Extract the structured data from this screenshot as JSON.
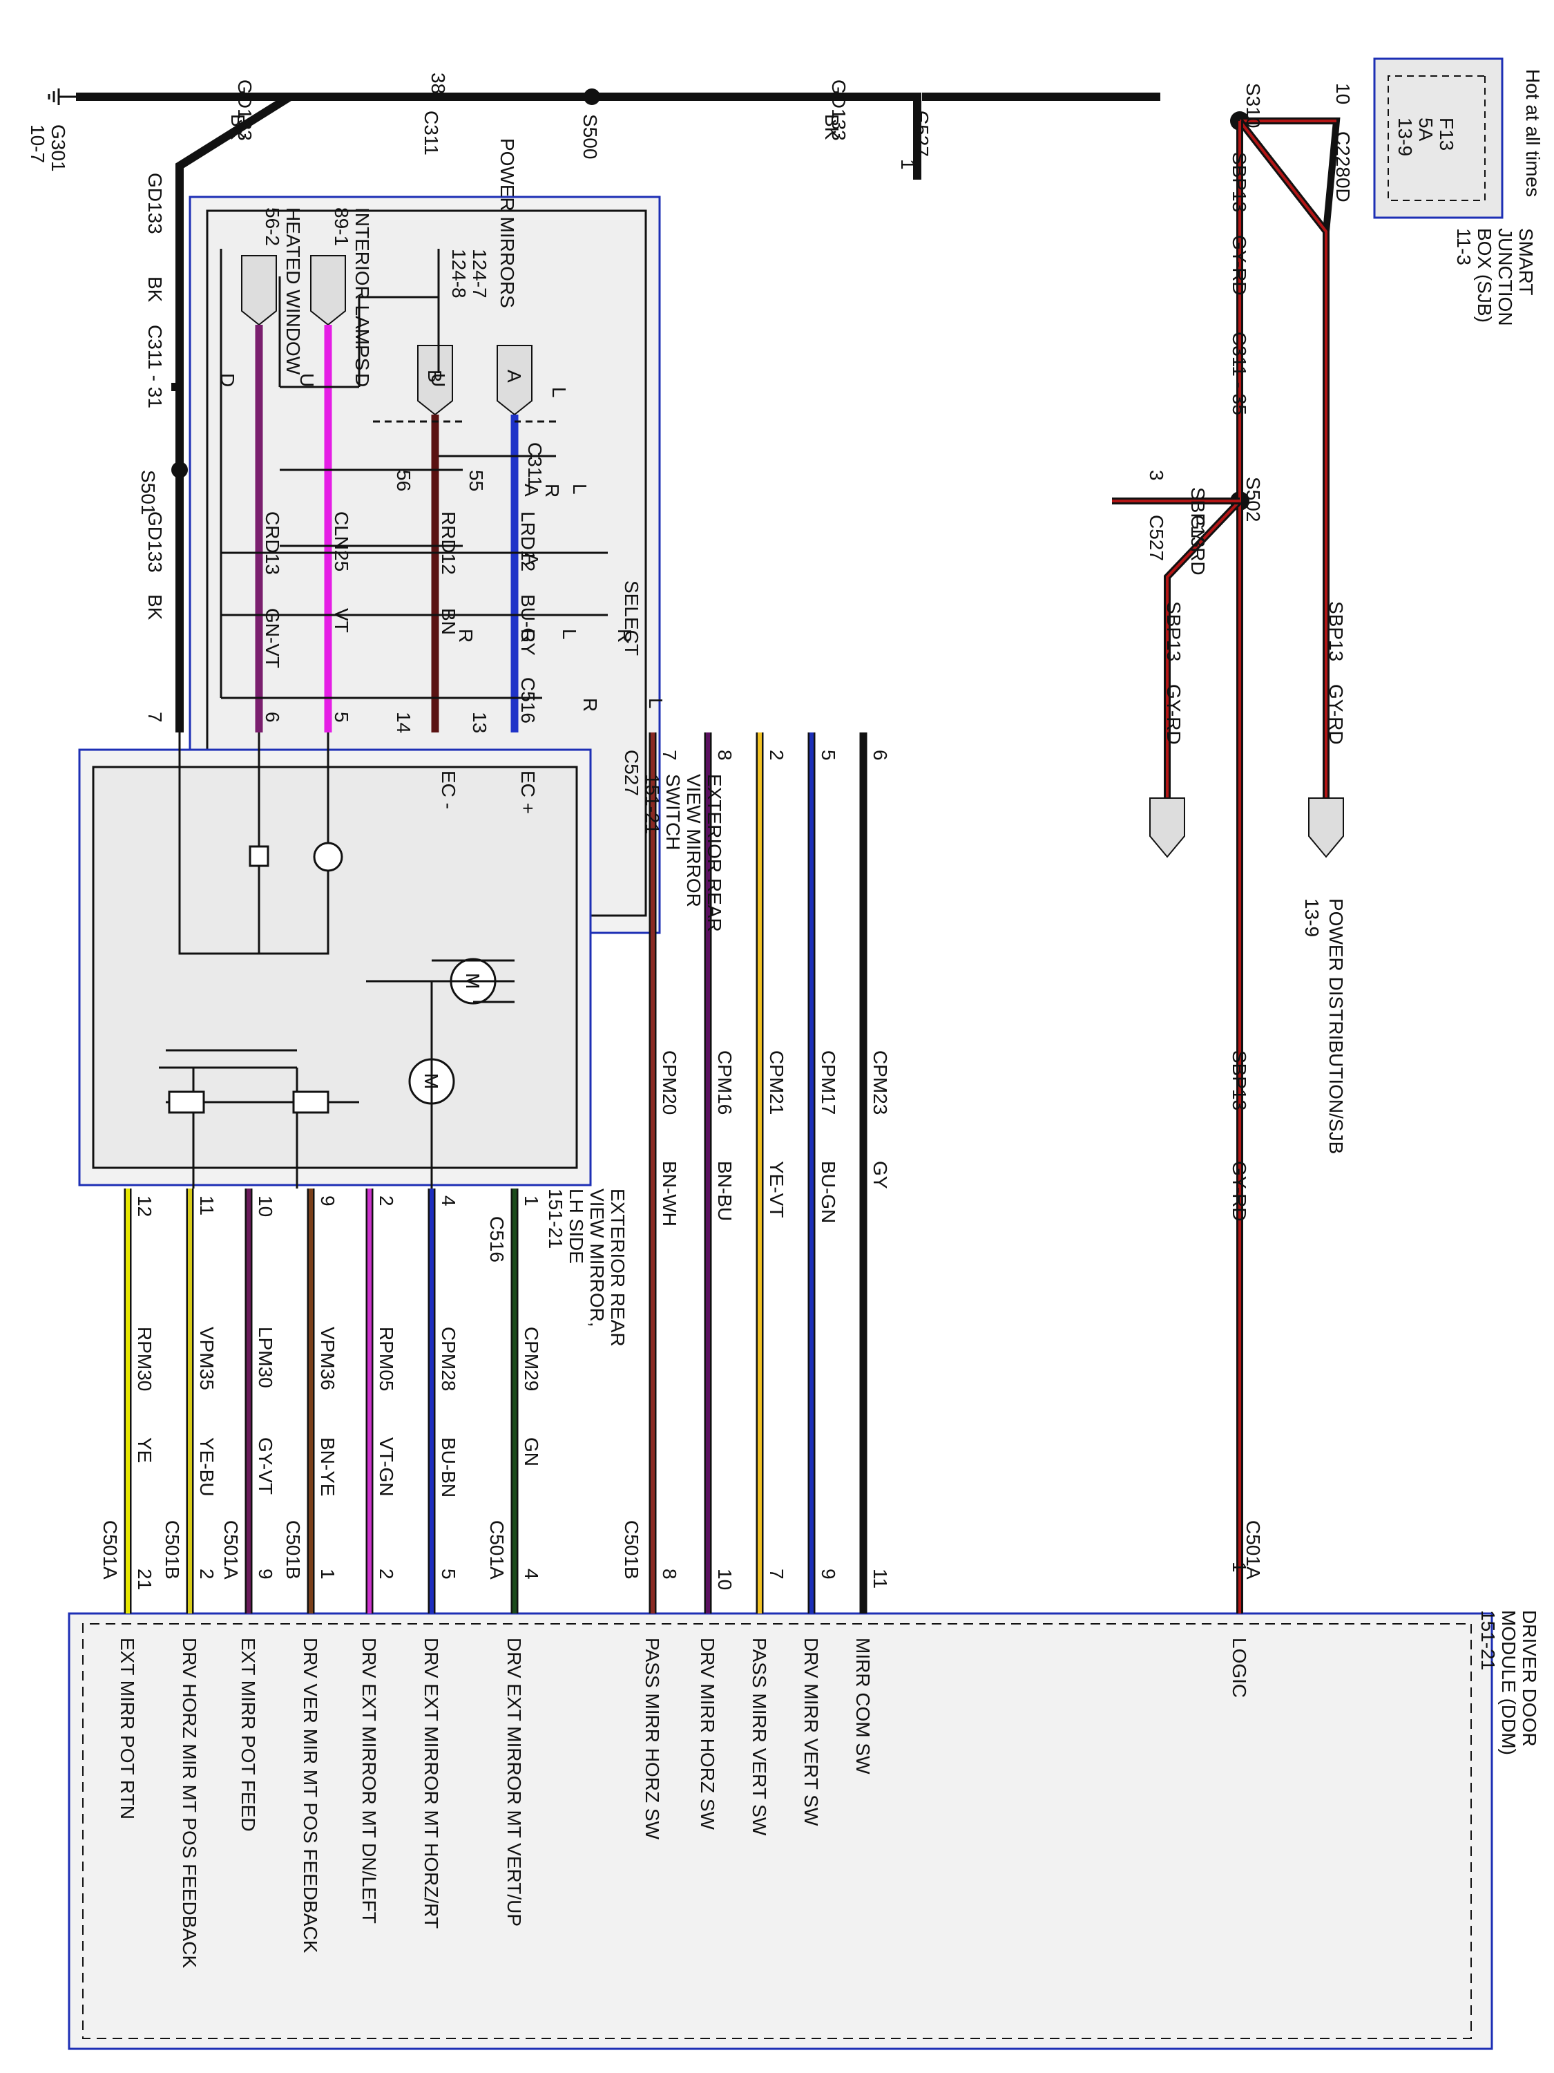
{
  "colors": {
    "BK": "#111111",
    "GN-VT": "#7a1f6e",
    "VT": "#e51ee5",
    "BU-GY": "#1f33c8",
    "BN": "#5a1212",
    "GY-RD": "#b31616",
    "GY": "#111111",
    "BU-GN": "#1c2fb8",
    "YE-VT": "#f2c224",
    "BN-BU": "#5b1060",
    "BN-WH": "#8a2a24",
    "GN": "#1b4a1b",
    "BU-BN": "#1f2fbf",
    "VT-GN": "#cc33cc",
    "BN-YE": "#7a3f1a",
    "GY-VT": "#6a1a5a",
    "YE-BU": "#d8cc1a",
    "YE": "#e6e600",
    "box": "#1d2fb5"
  },
  "hot_label": "Hot at all times",
  "ground": {
    "id": "G301",
    "ref": "10-7"
  },
  "gd133_top_left": {
    "circuit": "GD133",
    "color": "BK"
  },
  "gd133_top_right": {
    "circuit": "GD133",
    "color": "BK"
  },
  "c311_38": {
    "pin": "38",
    "connector": "C311"
  },
  "s500": "S500",
  "c527_top": {
    "connector": "C527",
    "pin": "1"
  },
  "gd133_down": {
    "circuit": "GD133",
    "color": "BK",
    "connector": "C311 - 31",
    "splice": "S501"
  },
  "gd133_lower": {
    "circuit": "GD133",
    "color": "BK",
    "pin": "7"
  },
  "heated_window": {
    "title": "HEATED WINDOW",
    "ref": "56-2",
    "circuit": "CRD13",
    "color": "GN-VT",
    "pin": "6"
  },
  "interior_lamps": {
    "title": "INTERIOR LAMPS",
    "ref": "89-1",
    "circuit": "CLN25",
    "color": "VT",
    "pin": "5"
  },
  "power_mirrors": {
    "title": "POWER MIRRORS",
    "ref1": "124-7",
    "ref2": "124-8",
    "tagA": "A",
    "tagB": "B"
  },
  "c311_55_56": {
    "connector": "C311",
    "pinA": "55",
    "pinB": "56"
  },
  "lrd12": {
    "circuit": "LRD12",
    "color": "BU-GY",
    "pin": "13",
    "connector": "C516"
  },
  "rrd12": {
    "circuit": "RRD12",
    "color": "BN",
    "pin": "14"
  },
  "ec_plus": "EC +",
  "ec_minus": "EC -",
  "sjb": {
    "line1": "SMART",
    "line2": "JUNCTION",
    "line3": "BOX (SJB)",
    "line4": "11-3",
    "fuse": "F13",
    "amps": "5A",
    "ref": "13-9",
    "pin": "10",
    "connector": "C2280D"
  },
  "s310": "S310",
  "sbp13_top": {
    "circuit": "SBP13",
    "color": "GY-RD",
    "connector": "C311 - 35"
  },
  "s502": "S502",
  "sbp13_branch_a": {
    "circuit": "SBP13",
    "color": "GY-RD"
  },
  "sbp13_branch_b": {
    "circuit": "SBP13",
    "color": "GY-RD"
  },
  "sbp13_c527": {
    "circuit": "SBP13",
    "color": "GY-RD",
    "pin": "3",
    "connector": "C527"
  },
  "power_distribution": {
    "title": "POWER DISTRIBUTION/SJB",
    "ref": "13-9"
  },
  "sbp13_long": {
    "circuit": "SBP13",
    "color": "GY-RD",
    "pin": "1",
    "connector": "C501A"
  },
  "switch": {
    "title1": "EXTERIOR REAR",
    "title2": "VIEW MIRROR",
    "title3": "SWITCH",
    "ref": "151-21",
    "select": "SELECT"
  },
  "switch_letters": [
    "D",
    "U",
    "D",
    "U",
    "L",
    "R",
    "L",
    "R",
    "R",
    "L",
    "R",
    "L",
    "R",
    "A",
    "A"
  ],
  "lh_mirror": {
    "title1": "EXTERIOR REAR",
    "title2": "VIEW MIRROR,",
    "title3": "LH SIDE",
    "ref": "151-21",
    "motor": "M"
  },
  "ddm": {
    "title1": "DRIVER DOOR",
    "title2": "MODULE (DDM)",
    "ref": "151-21",
    "logic": "LOGIC"
  },
  "switch_wires": [
    {
      "top_pin": "6",
      "circuit": "CPM23",
      "color": "GY",
      "bot_pin": "11",
      "label": "MIRR COM SW"
    },
    {
      "top_pin": "5",
      "circuit": "CPM17",
      "color": "BU-GN",
      "bot_pin": "9",
      "label": "DRV MIRR VERT SW"
    },
    {
      "top_pin": "2",
      "circuit": "CPM21",
      "color": "YE-VT",
      "bot_pin": "7",
      "label": "PASS MIRR VERT SW"
    },
    {
      "top_pin": "8",
      "circuit": "CPM16",
      "color": "BN-BU",
      "bot_pin": "10",
      "label": "DRV MIRR HORZ SW"
    },
    {
      "top_pin": "7",
      "circuit": "CPM20",
      "color": "BN-WH",
      "bot_pin": "8",
      "label": "PASS MIRR HORZ SW",
      "top_conn": "C527",
      "bot_conn": "C501B"
    }
  ],
  "mirror_wires": [
    {
      "top_pin": "12",
      "circuit": "RPM30",
      "color": "YE",
      "bot_pin": "21",
      "bot_conn": "C501A",
      "label": "EXT MIRR POT RTN"
    },
    {
      "top_pin": "11",
      "circuit": "VPM35",
      "color": "YE-BU",
      "bot_pin": "2",
      "bot_conn": "C501B",
      "label": "DRV HORZ MIR MT POS FEEDBACK"
    },
    {
      "top_pin": "10",
      "circuit": "LPM30",
      "color": "GY-VT",
      "bot_pin": "9",
      "bot_conn": "C501A",
      "label": "EXT MIRR POT FEED"
    },
    {
      "top_pin": "9",
      "circuit": "VPM36",
      "color": "BN-YE",
      "bot_pin": "1",
      "bot_conn": "C501B",
      "label": "DRV VER MIR MT POS FEEDBACK"
    },
    {
      "top_pin": "2",
      "circuit": "RPM05",
      "color": "VT-GN",
      "bot_pin": "2",
      "bot_conn": "",
      "label": "DRV EXT MIRROR MT DN/LEFT"
    },
    {
      "top_pin": "4",
      "circuit": "CPM28",
      "color": "BU-BN",
      "bot_pin": "5",
      "bot_conn": "",
      "label": "DRV EXT MIRROR MT HORZ/RT"
    },
    {
      "top_pin": "1",
      "circuit": "CPM29",
      "color": "GN",
      "bot_pin": "4",
      "bot_conn": "C501A",
      "label": "DRV EXT MIRROR MT VERT/UP",
      "top_conn": "C516"
    }
  ]
}
